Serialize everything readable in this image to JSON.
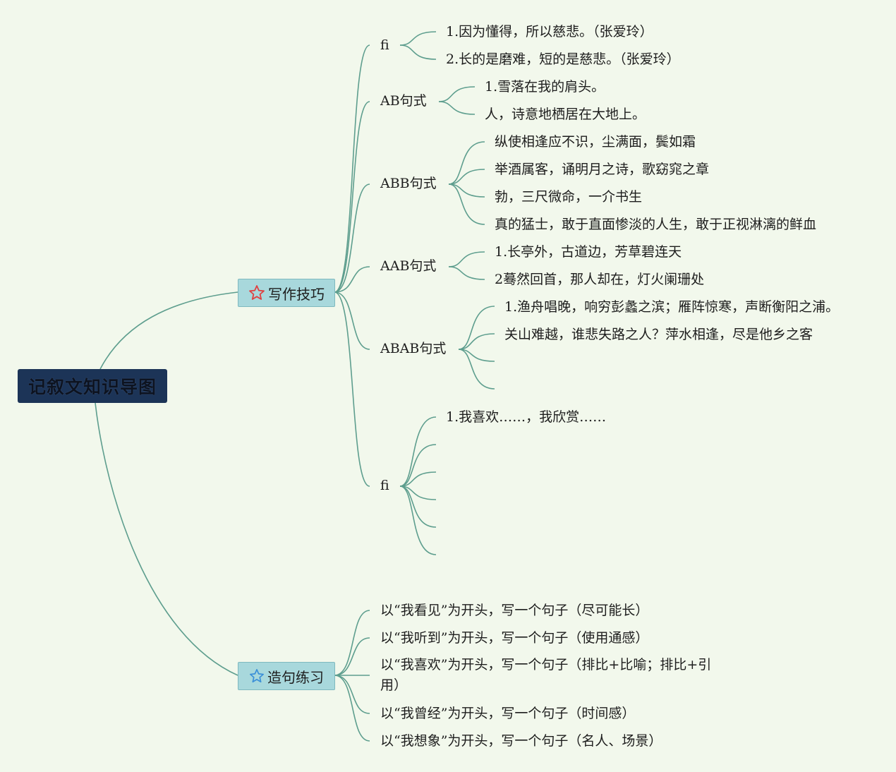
{
  "root": {
    "title": "记叙文知识导图"
  },
  "branches": [
    {
      "label": "写作技巧",
      "icon": "red-star-icon",
      "star_color": "#e04040",
      "topics": [
        {
          "label": "fi",
          "items": [
            "1.因为懂得，所以慈悲。（张爱玲）",
            "2.长的是磨难，短的是慈悲。（张爱玲）"
          ]
        },
        {
          "label": "AB句式",
          "items": [
            "1.雪落在我的肩头。",
            "人，诗意地栖居在大地上。"
          ]
        },
        {
          "label": "ABB句式",
          "items": [
            "纵使相逢应不识，尘满面，鬓如霜",
            "举酒属客，诵明月之诗，歌窈窕之章",
            "勃，三尺微命，一介书生",
            "真的猛士，敢于直面惨淡的人生，敢于正视淋漓的鲜血"
          ]
        },
        {
          "label": "AAB句式",
          "items": [
            "1.长亭外，古道边，芳草碧连天",
            "2蓦然回首，那人却在，灯火阑珊处"
          ]
        },
        {
          "label": "ABAB句式",
          "items": [
            "1.渔舟唱晚，响穷彭蠡之滨；雁阵惊寒，声断衡阳之浦。",
            "关山难越，谁悲失路之人？萍水相逢，尽是他乡之客",
            "",
            ""
          ]
        },
        {
          "label": "fi",
          "items": [
            "1.我喜欢……，我欣赏……",
            "",
            "",
            "",
            "",
            ""
          ]
        }
      ]
    },
    {
      "label": "造句练习",
      "icon": "blue-star-icon",
      "star_color": "#3a8fd8",
      "items": [
        "以“我看见”为开头，写一个句子（尽可能长）",
        "以“我听到”为开头，写一个句子（使用通感）",
        "以“我喜欢”为开头，写一个句子（排比+比喻；排比+引用）",
        "以“我曾经”为开头，写一个句子（时间感）",
        "以“我想象”为开头，写一个句子（名人、场景）"
      ]
    }
  ],
  "colors": {
    "line": "#5e9e8e",
    "root_bg": "#1c3457",
    "branch_bg": "#a8d8dc",
    "background": "#f2f8ec"
  }
}
